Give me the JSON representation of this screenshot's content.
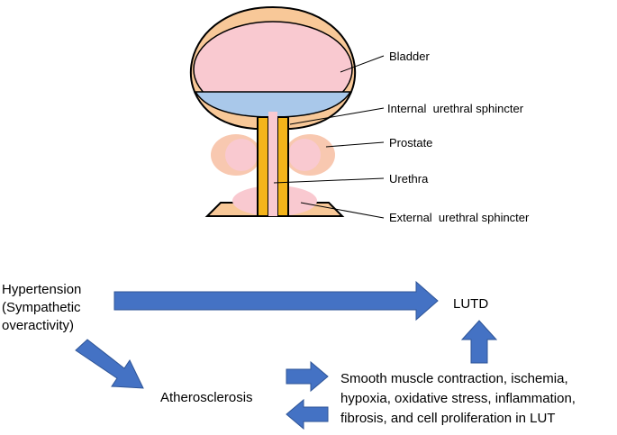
{
  "anatomy": {
    "labels": {
      "bladder": "Bladder",
      "internal_sphincter": "Internal  urethral sphincter",
      "prostate": "Prostate",
      "urethra": "Urethra",
      "external_sphincter": "External  urethral sphincter"
    }
  },
  "flow": {
    "hypertension": [
      "Hypertension",
      "(Sympathetic",
      "overactivity)"
    ],
    "lutd": "LUTD",
    "atherosclerosis": "Atherosclerosis",
    "mechanisms": [
      "Smooth muscle contraction, ischemia,",
      "hypoxia, oxidative stress, inflammation,",
      "fibrosis, and cell proliferation in LUT"
    ]
  },
  "colors": {
    "bladder_wall": "#f8c898",
    "bladder_lumen": "#f9c9d0",
    "urine": "#a9c8ea",
    "prostate": "#f9c9d0",
    "prostate_outer": "#f8c8b0",
    "urethra_wall": "#f4b41a",
    "outline": "#000000",
    "arrow_fill": "#4472c4",
    "arrow_stroke": "#2f5597"
  }
}
